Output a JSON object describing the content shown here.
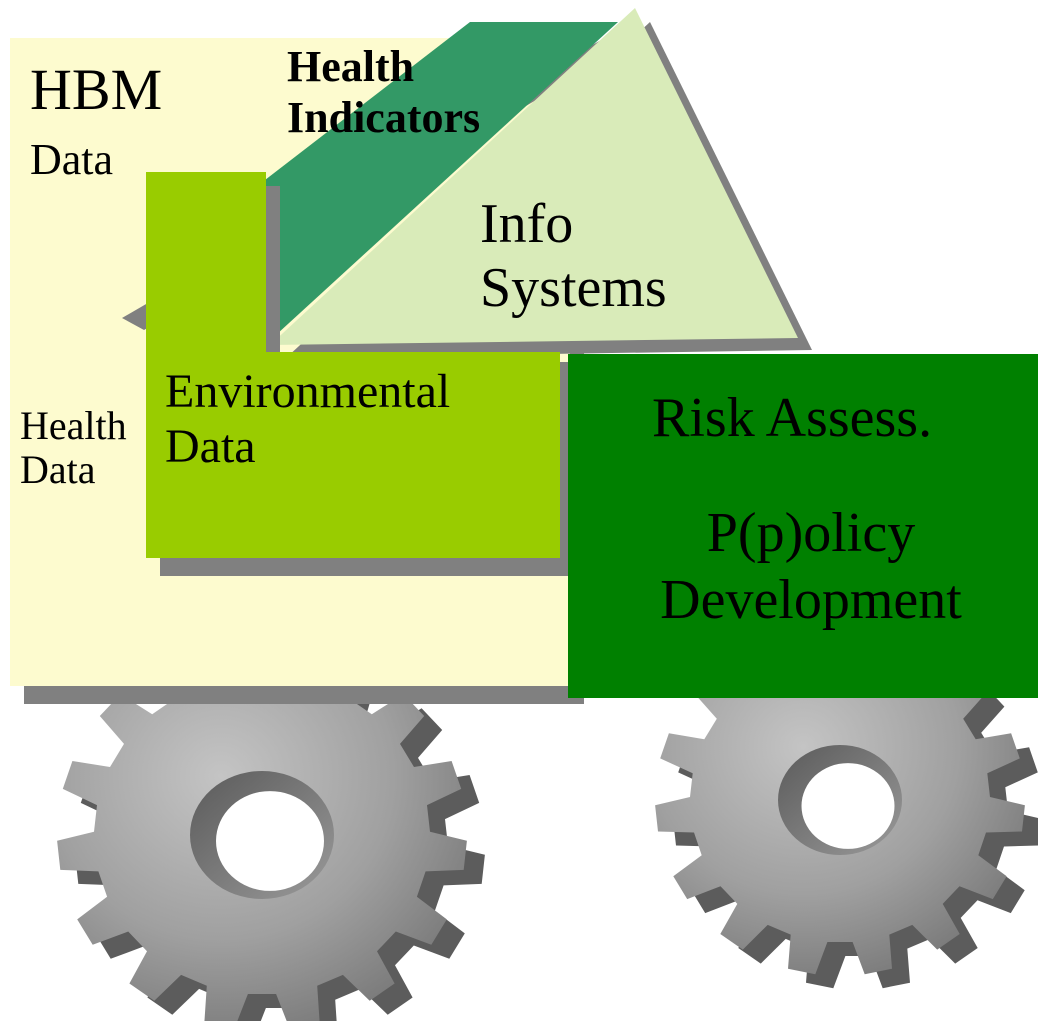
{
  "labels": {
    "hbm": "HBM",
    "hbm_data": "Data",
    "health_data": "Health\nData",
    "health_indicators": "Health\nIndicators",
    "info_systems": "Info\nSystems",
    "environmental_data": "Environmental\nData",
    "risk_assess": "Risk Assess.",
    "policy_development": "P(p)olicy\nDevelopment"
  },
  "colors": {
    "hbm_panel": "#fdfbcf",
    "health_indicators_band": "#339966",
    "info_systems_triangle": "#d9ebb9",
    "environmental_box": "#99cc00",
    "risk_box": "#008000",
    "shadow": "#808080",
    "gear": "#a3a3a3"
  },
  "icons": [
    "left-gear-icon",
    "right-gear-icon"
  ]
}
